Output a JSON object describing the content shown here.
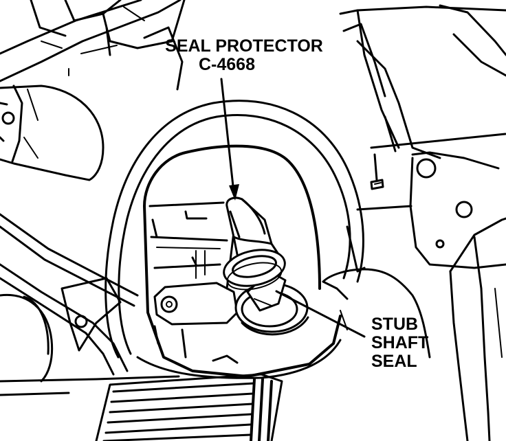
{
  "labels": {
    "seal_protector_line1": "SEAL PROTECTOR",
    "seal_protector_line2": "C-4668",
    "stub_line1": "STUB",
    "stub_line2": "SHAFT",
    "stub_line3": "SEAL"
  }
}
